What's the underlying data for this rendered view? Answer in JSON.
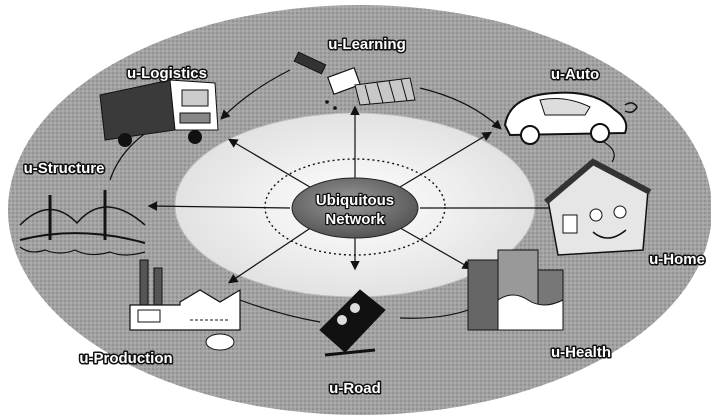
{
  "hub": {
    "line1": "Ubiquitous",
    "line2": "Network"
  },
  "nodes": {
    "learning": "u-Learning",
    "logistics": "u-Logistics",
    "auto": "u-Auto",
    "structure": "u-Structure",
    "home": "u-Home",
    "production": "u-Production",
    "health": "u-Health",
    "road": "u-Road"
  },
  "colors": {
    "ring_outer": "#9a9a9a",
    "ring_inner": "#ededed",
    "hub_fill": "#6f6f6f",
    "outline": "#111111"
  }
}
